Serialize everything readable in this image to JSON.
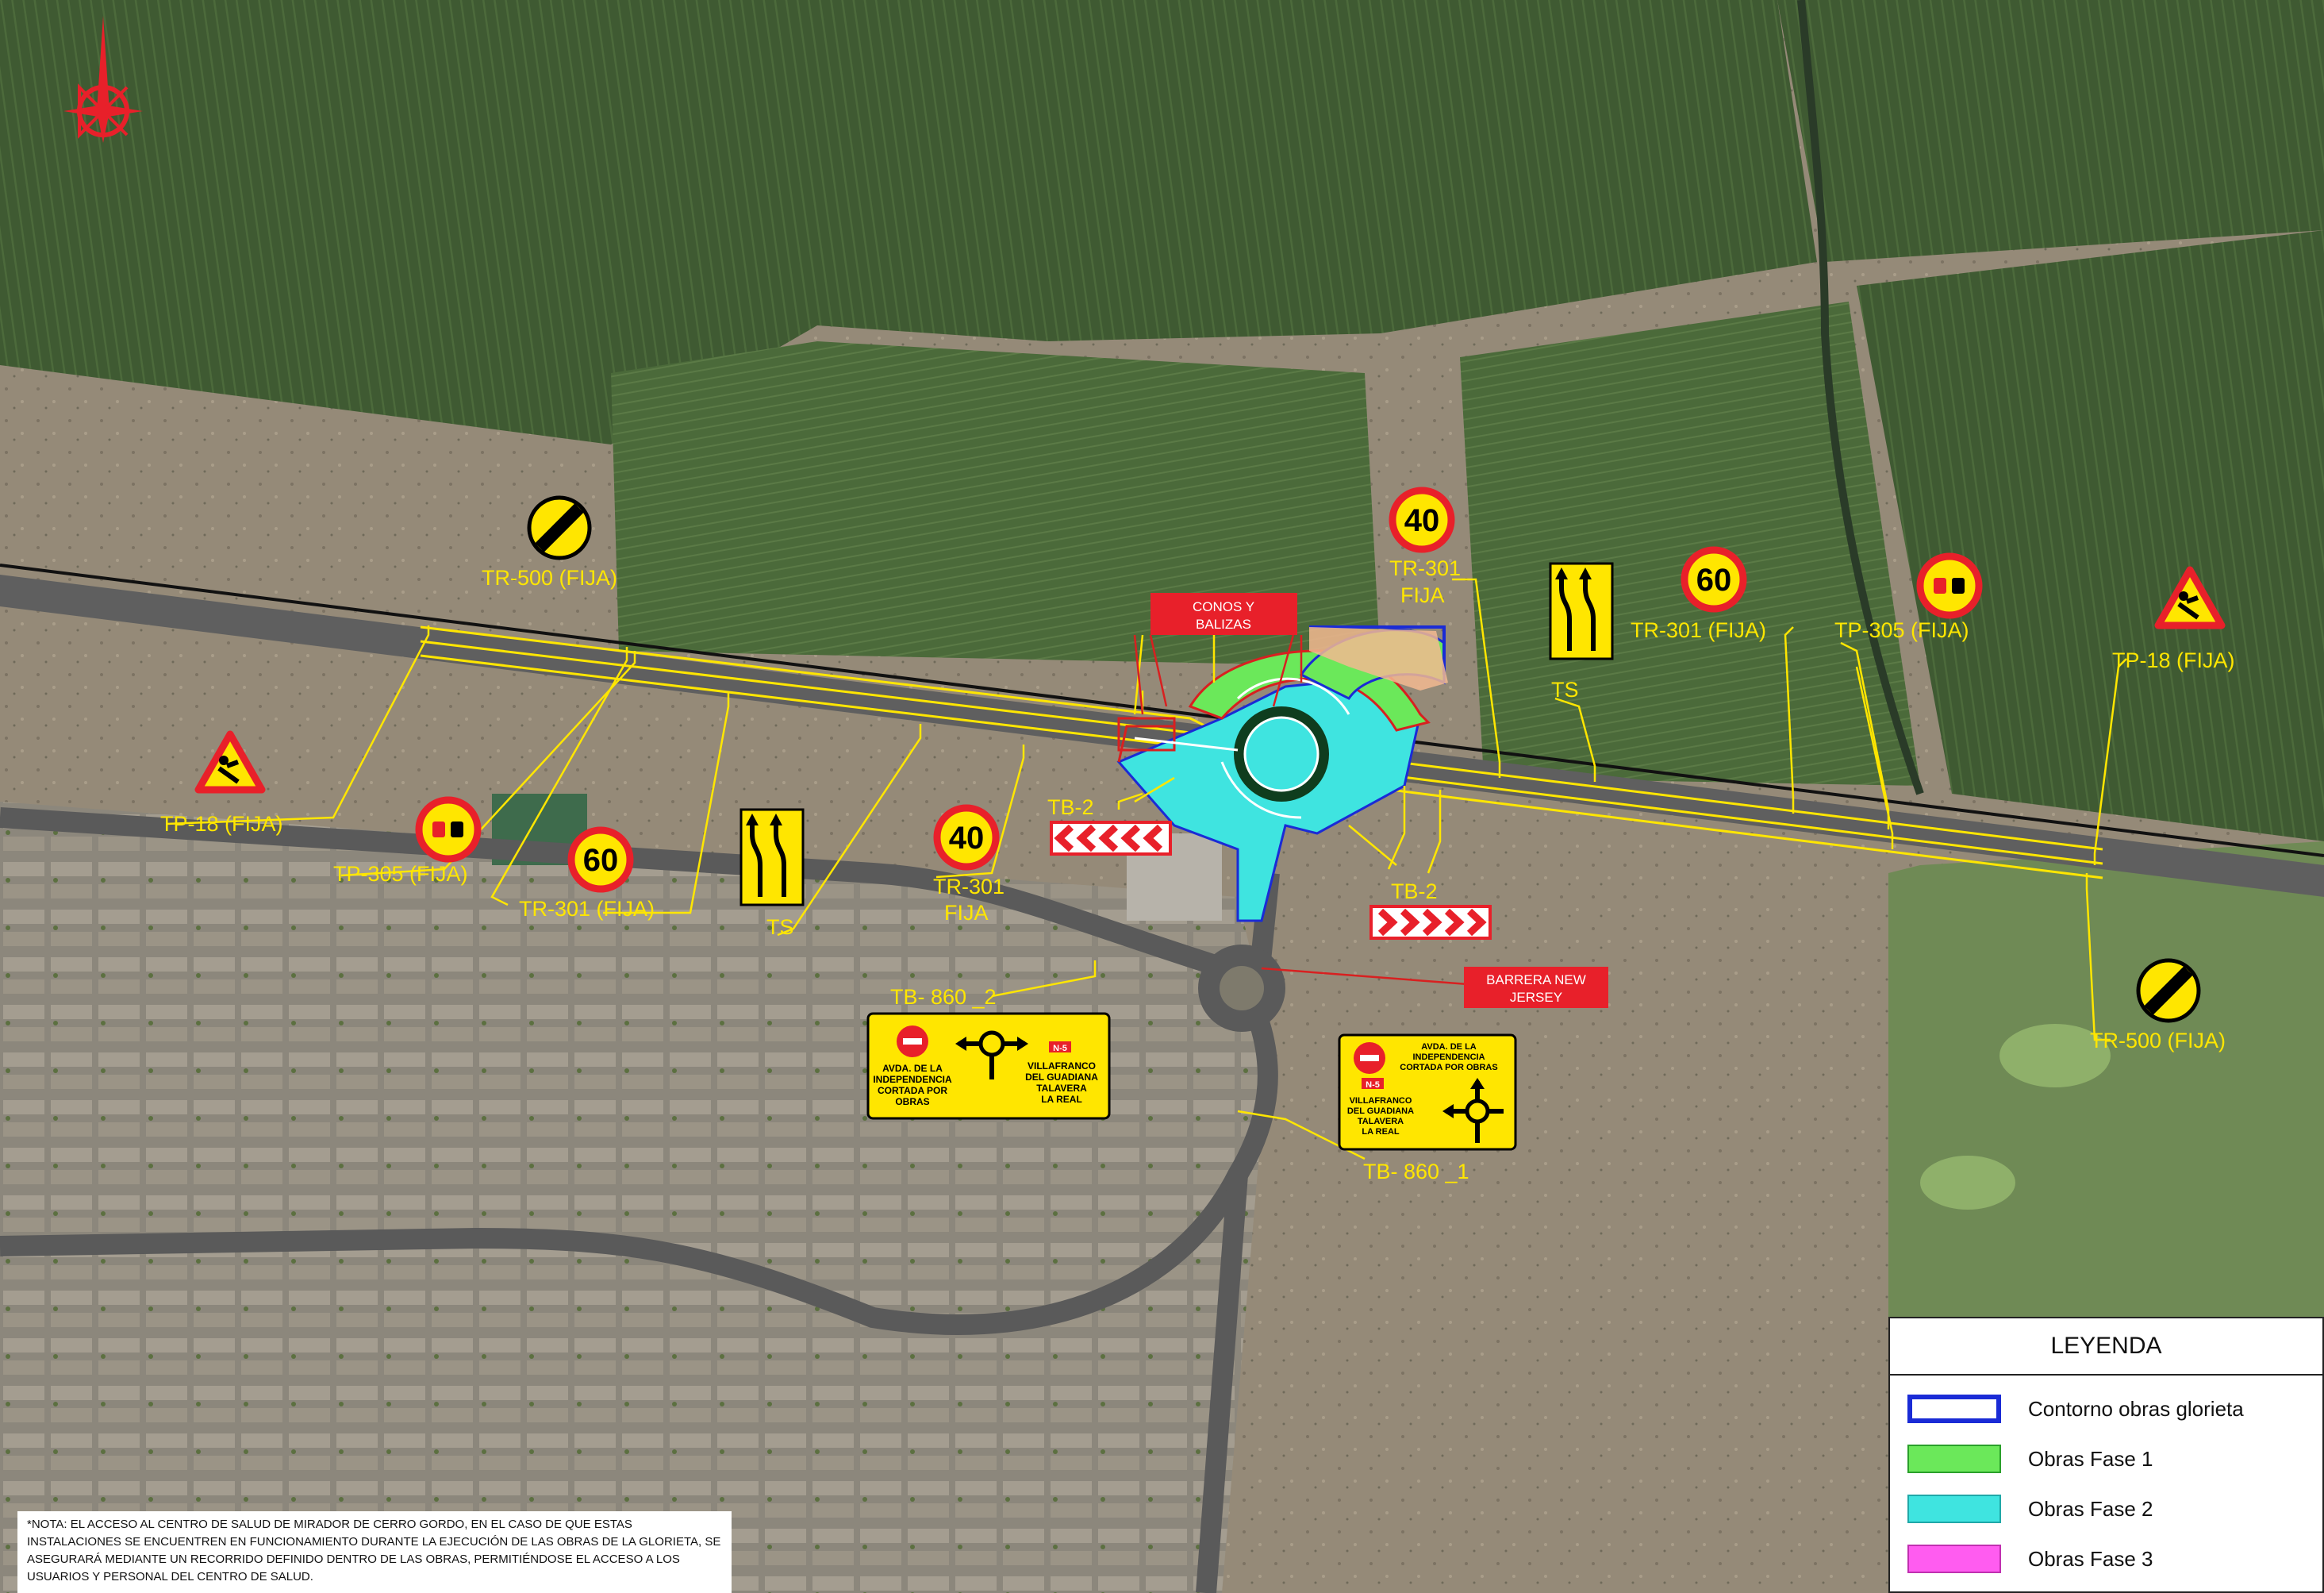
{
  "map": {
    "labels": {
      "tr500_left": "TR-500 (FIJA)",
      "tr500_right": "TR-500 (FIJA)",
      "tp18_left": "TP-18 (FIJA)",
      "tp18_right": "TP-18 (FIJA)",
      "tp305_left": "TP-305 (FIJA)",
      "tp305_right": "TP-305 (FIJA)",
      "tr301_left": "TR-301 (FIJA)",
      "tr301_mid_a": "TR-301",
      "tr301_mid_b": "FIJA",
      "tr301_top_a": "TR-301",
      "tr301_top_b": "FIJA",
      "tr301_right": "TR-301 (FIJA)",
      "ts_left": "TS",
      "ts_right": "TS",
      "tb2_left": "TB-2",
      "tb2_right": "TB-2",
      "tb860_2": "TB- 860 _2",
      "tb860_1": "TB- 860 _1"
    },
    "speed_signs": {
      "s40": "40",
      "s60": "60"
    },
    "callouts": {
      "conos_line1": "CONOS Y",
      "conos_line2": "BALIZAS",
      "barrera_line1": "BARRERA NEW",
      "barrera_line2": "JERSEY"
    },
    "panel_left": {
      "line1": "AVDA. DE LA",
      "line2": "INDEPENDENCIA",
      "line3": "CORTADA POR",
      "line4": "OBRAS",
      "badge": "N-5",
      "dest1": "VILLAFRANCO",
      "dest2": "DEL GUADIANA",
      "dest3": "TALAVERA",
      "dest4": "LA REAL"
    },
    "panel_right": {
      "line1": "AVDA. DE LA",
      "line2": "INDEPENDENCIA",
      "line3": "CORTADA POR OBRAS",
      "badge": "N-5",
      "dest1": "VILLAFRANCO",
      "dest2": "DEL GUADIANA",
      "dest3": "TALAVERA",
      "dest4": "LA REAL"
    },
    "colors": {
      "sign_red": "#e8202a",
      "sign_yellow": "#ffe600",
      "fase1": "#6be85a",
      "fase2": "#3fe4e0",
      "fase3": "#ff5cf0",
      "contorno": "#1a2bd6"
    },
    "icons": [
      "north-arrow-icon",
      "end-of-restriction-icon",
      "roadworks-icon",
      "no-overtaking-icon",
      "lane-shift-icon",
      "roundabout-icon",
      "no-entry-icon"
    ]
  },
  "legend": {
    "title": "LEYENDA",
    "items": [
      {
        "label": "Contorno obras glorieta"
      },
      {
        "label": "Obras Fase 1"
      },
      {
        "label": "Obras Fase 2"
      },
      {
        "label": "Obras Fase 3"
      }
    ]
  },
  "note": {
    "text": "*NOTA: EL ACCESO AL CENTRO DE SALUD DE MIRADOR DE CERRO GORDO, EN EL CASO DE QUE ESTAS INSTALACIONES SE ENCUENTREN EN FUNCIONAMIENTO DURANTE LA EJECUCIÓN DE LAS OBRAS DE LA GLORIETA, SE ASEGURARÁ MEDIANTE UN RECORRIDO DEFINIDO DENTRO DE LAS OBRAS, PERMITIÉNDOSE EL ACCESO A LOS USUARIOS Y PERSONAL DEL CENTRO DE SALUD."
  }
}
